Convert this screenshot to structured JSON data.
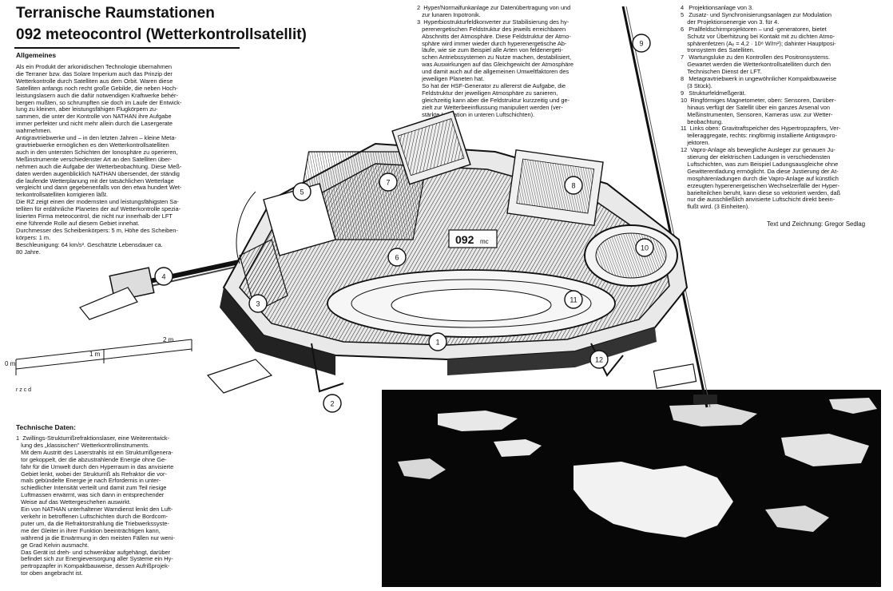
{
  "title": "Terranische Raumstationen",
  "subtitle": "092 meteocontrol (Wetterkontrollsatellit)",
  "section_general": "Allgemeines",
  "general_text": "Als ein Produkt der arkonidischen Technologie übernahmen\ndie Terraner bzw. das Solare Imperium auch das Prinzip der\nWetterkontrolle durch Satelliten aus dem Orbit. Waren diese\nSatelliten anfangs noch recht große Gebilde, die neben Hoch-\nleistungslasern auch die dafür notwendigen Kraftwerke behér-\nbergen mußten, so schrumpften sie doch im Laufe der Entwick-\nlung zu kleinen, aber leistungsfähigen Flugkörpern zu-\nsammen, die unter der Kontrolle von NATHAN ihre Aufgabe\nimmer perfekter und nicht mehr allein durch die Lasergerate\nwahrnehmen.\nAntigravtriebwerke und – in den letzten Jahren – kleine Meta-\ngravtriebwerke ermöglichen es den Wetterkontrollsatelliten\nauch in den untersten Schichten der Ionosphäre zu operieren,\nMeßinstrumente verschiedenster Art an den Satelliten über-\nnehmen auch die Aufgabe der Wetterbeobachtung. Diese Meß-\ndaten werden augenblicklich NATHAN übersendet, der ständig\ndie laufende Wetterplanung mit der tatsächlichen Wetterlage\nvergleicht und dann gegebenenfalls von den etwa hundert Wet-\nterkontrollsatelliten korrigieren läßt.\nDie RZ zeigt einen der modernsten und leistungsfähigsten Sa-\ntelliten für erdähnliche Planeten der auf Wetterkontrolle spezia-\nlisierten Firma meteocontrol, die nicht nur innerhalb der LFT\neine führende Rolle auf diesem Gebiet innehat.\nDurchmesser des Scheibenkörpers: 5 m, Höhe des Scheiben-\nkörpers: 1 m.\nBeschleunigung: 64 km/s². Geschätzte Lebensdauer ca.\n80 Jahre.",
  "section_tech": "Technische Daten:",
  "tech_text": "1  Zwillings-Strukturrißrefraktionslaser, eine Weiterentwick-\n   lung des „klassischen\" Wetterkontrollinstruments.\n   Mit dem Austritt des Laserstrahls ist ein Strukturrißgenera-\n   tor gekoppelt, der die abzustrahlende Energie ohne Ge-\n   fahr für die Umwelt durch den Hyperraum in das anvisierte\n   Gebiet lenkt, wobei der Strukturriß als Refraktor die vor-\n   mals gebündelte Energie je nach Erfordernis in unter-\n   schiedlicher Intensität verteilt und damit zum Teil riesige\n   Luftmassen erwärmt, was sich dann in entsprechender\n   Weise auf das Wettergeschehen auswirkt.\n   Ein von NATHAN unterhaltener Warndienst lenkt den Luft-\n   verkehr in betroffenen Luftschichten durch die Bordcom-\n   puter um, da die Refraktorstrahlung die Triebwerkssyste-\n   me der Gleiter in ihrer Funktion beeinträchtigen kann,\n   während ja die Erwärmung in den meisten Fällen nur weni-\n   ge Grad Kelvin ausmacht.\n   Das Gerät ist dreh- und schwenkbar aufgehängt, darüber\n   befindet sich zur Energieversorgung aller Systeme ein Hy-\n   pertropzapfer in Kompaktbauweise, dessen Aufrißprojek-\n   tor oben angebracht ist.",
  "mid_text": "2  Hyper/Normalfunkanlage zur Datenübertragung von und\n   zur lunaren Inpotronik.\n3  Hyperbiostrukturfeldkonverter zur Stabilisierung des hy-\n   perenergetischen Feldstruktur des jeweils erreichbaren\n   Abschnitts der Atmosphäre. Diese Feldstruktur der Atmo-\n   sphäre wird immer wieder durch hyperenergetische Ab-\n   läufe, wie sie zum Beispiel alle Arten von feldenergeti-\n   schen Antriebssystemen zu Nutze machen, destabilisiert,\n   was Auswirkungen auf das Gleichgewicht der Atmosphäre\n   und damit auch auf die allgemeinen Umweltfaktoren des\n   jeweiligen Planeten hat.\n   So hat der HSF-Generator zu allererst die Aufgabe, die\n   Feldstruktur der jeweiligen Atmosphäre zu sanieren,\n   gleichzeitig kann aber die Feldstruktur kurzzeitig und ge-\n   zielt zur Wetterbeeinflussung manipuliert werden (ver-\n   stärkte Ionisation in unteren Luftschichten).",
  "right_text": "4   Projektionsanlage von 3.\n5   Zusatz- und Synchronisierungsanlagen zur Modulation\n    der Projektionsenergie von 3. für 4.\n6   Prallfeldschirmprojektoren – und -generatoren, bietet\n    Schutz vor Überhitzung bei Kontakt mit zu dichten Atmo-\n    sphärenfetzen (Aₑ = 4,2 · 10⁸ W/m²); dahinter Hauptposi-\n    tronsystem des Satelliten.\n7   Wartungsluke zu den Kontrollen des Positronsystems.\n    Gewartet werden die Wetterkontrollsatelliten durch den\n    Technischen Dienst der LFT.\n8   Metagravtriebwerk in ungewöhnlicher Kompaktbauweise\n    (3 Stück).\n9   Strukturfeldmeßgerät.\n10  Ringförmiges Magnetometer, oben: Sensoren, Darüber-\n    hinaus verfügt der Satellit über ein ganzes Arsenal von\n    Meßinstrumenten, Sensoren, Kameras usw. zur Wetter-\n    beobachtung.\n11  Links oben: Gravitraftspeicher des Hypertropzapfers, Ver-\n    teileraggregate, rechts: ringförmig installierte Antigravpro-\n    jektoren.\n12  Vapro-Anlage als bewegliche Ausleger zur genauen Ju-\n    stierung der elektrischen Ladungen in verschiedensten\n    Luftschichten, was zum Beispiel Ladungsausgleiche ohne\n    Gewitterentladung ermöglicht. Da diese Justierung der At-\n    mosphärenladungen durch die Vapro-Anlage auf künstlich\n    erzeugten hyperenergetischen Wechselzerfälle der Hyper-\n    barielteilchen beruht, kann diese so vektoriert werden, daß\n    nur die ausschließlich anvisierte Luftschicht direkt beein-\n    flußt wird. (3 Einheiten).",
  "credit": "Text und Zeichnung: Gregor Sedlag",
  "hull_label": "092",
  "hull_suffix": "mc",
  "scale": {
    "label_2m": "2 m",
    "label_1m": "1 m",
    "label_0m": "0 m",
    "grid_code": "r z c d"
  },
  "callouts": [
    "1",
    "2",
    "3",
    "4",
    "5",
    "6",
    "7",
    "8",
    "9",
    "10",
    "11",
    "12"
  ]
}
